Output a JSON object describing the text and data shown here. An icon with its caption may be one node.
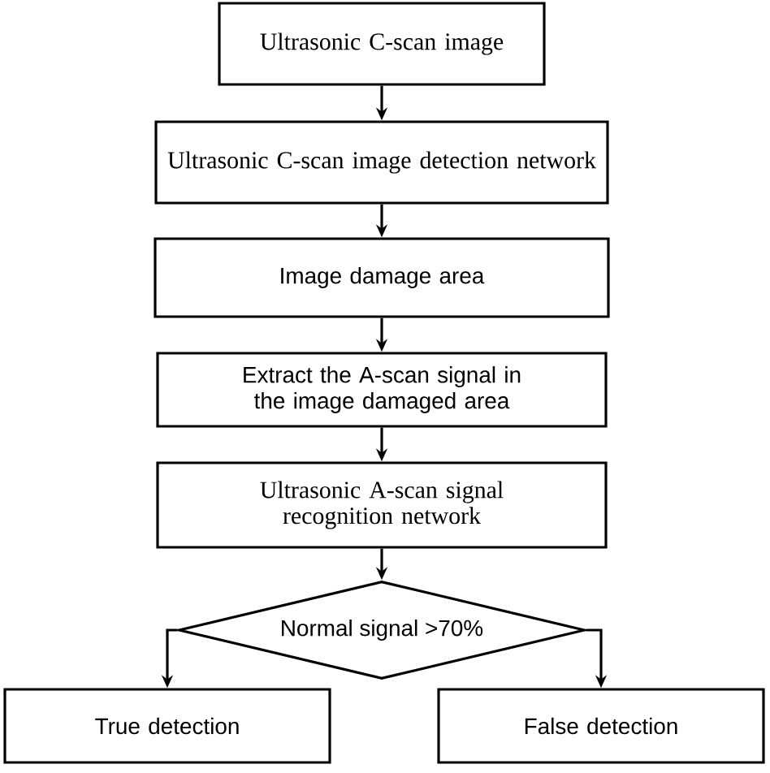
{
  "diagram": {
    "nodes": [
      {
        "text": [
          "Ultrasonic C-scan image"
        ]
      },
      {
        "text": [
          "Ultrasonic C-scan image detection network"
        ]
      },
      {
        "text": [
          "Image damage area"
        ]
      },
      {
        "text": [
          "Extract the A-scan signal in the image damaged area"
        ]
      },
      {
        "text": [
          "Ultrasonic A-scan signal recognition network"
        ]
      },
      {
        "text": [
          "Normal signal >70%"
        ]
      },
      {
        "text": [
          "True detection"
        ]
      },
      {
        "text": [
          "False detection"
        ]
      }
    ],
    "edges": [
      {
        "from": 0,
        "to": 1,
        "arrow": "to"
      },
      {
        "from": 1,
        "to": 2,
        "arrow": "to"
      },
      {
        "from": 2,
        "to": 3,
        "arrow": "to"
      },
      {
        "from": 3,
        "to": 4,
        "arrow": "to"
      },
      {
        "from": 4,
        "to": 5,
        "arrow": "to"
      },
      {
        "from": 5,
        "to": 6,
        "arrow": "to"
      },
      {
        "from": 5,
        "to": 7,
        "arrow": "to"
      }
    ]
  }
}
